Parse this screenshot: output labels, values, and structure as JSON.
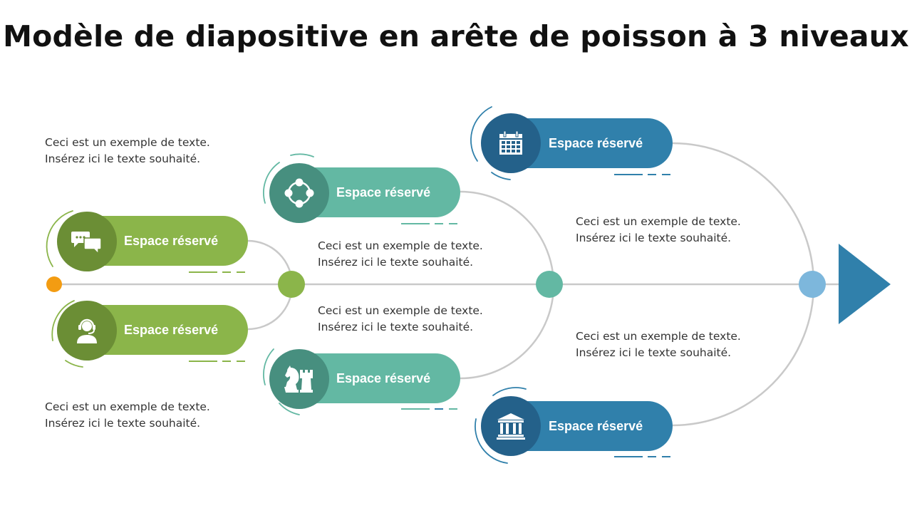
{
  "title": "Modèle de diapositive en arête de poisson à 3 niveaux",
  "colors": {
    "green": "#8bb54a",
    "green_dark": "#6b8e35",
    "teal": "#63b8a3",
    "teal_dark": "#478f7f",
    "blue": "#3080ab",
    "blue_dark": "#24618a",
    "blue_light": "#7db7dc",
    "orange": "#f39c12",
    "spine": "#c9c9c9"
  },
  "levels": [
    {
      "level": 1,
      "color": "green",
      "items": [
        {
          "label": "Espace réservé",
          "icon": "chat-bubbles-icon"
        },
        {
          "label": "Espace réservé",
          "icon": "headset-user-icon"
        }
      ]
    },
    {
      "level": 2,
      "color": "teal",
      "items": [
        {
          "label": "Espace réservé",
          "icon": "network-nodes-icon"
        },
        {
          "label": "Espace réservé",
          "icon": "chess-pieces-icon"
        }
      ]
    },
    {
      "level": 3,
      "color": "blue",
      "items": [
        {
          "label": "Espace réservé",
          "icon": "calendar-icon"
        },
        {
          "label": "Espace réservé",
          "icon": "bank-building-icon"
        }
      ]
    }
  ],
  "notes": [
    {
      "line1": "Ceci est un exemple de texte.",
      "line2": "Insérez ici le texte souhaité."
    },
    {
      "line1": "Ceci est un exemple de texte.",
      "line2": "Insérez ici le texte souhaité."
    },
    {
      "line1": "Ceci est un exemple de texte.",
      "line2": "Insérez ici le texte souhaité."
    },
    {
      "line1": "Ceci est un exemple de texte.",
      "line2": "Insérez ici le texte souhaité."
    },
    {
      "line1": "Ceci est un exemple de texte.",
      "line2": "Insérez ici le texte souhaité."
    },
    {
      "line1": "Ceci est un exemple de texte.",
      "line2": "Insérez ici le texte souhaité."
    }
  ]
}
